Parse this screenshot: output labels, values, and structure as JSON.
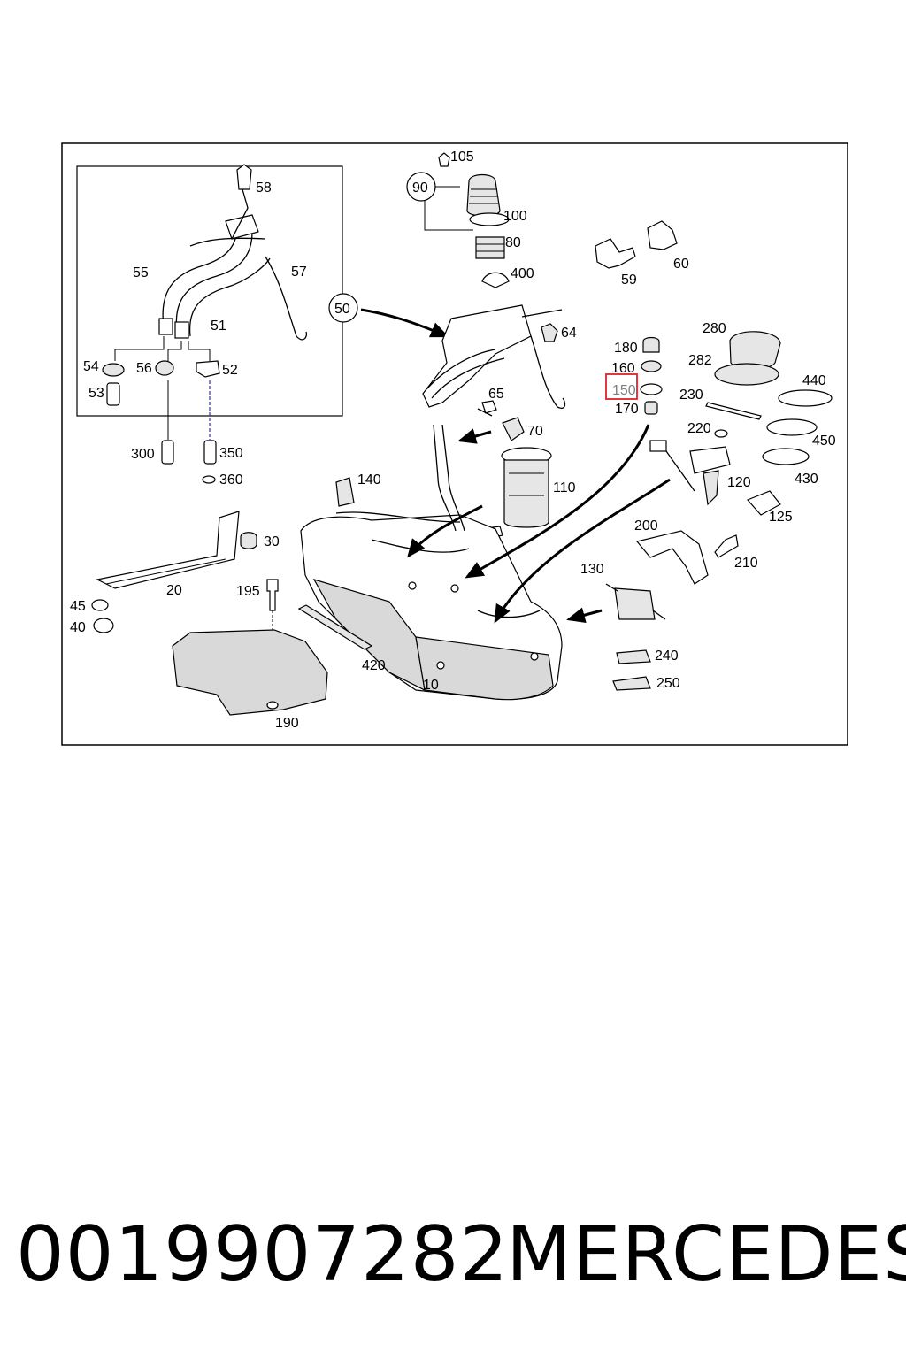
{
  "diagram": {
    "highlighted_label": "150",
    "labels": [
      "58",
      "55",
      "57",
      "51",
      "50",
      "54",
      "56",
      "52",
      "53",
      "300",
      "350",
      "360",
      "105",
      "90",
      "100",
      "80",
      "400",
      "64",
      "65",
      "70",
      "110",
      "140",
      "30",
      "20",
      "195",
      "45",
      "40",
      "420",
      "10",
      "190",
      "59",
      "60",
      "180",
      "160",
      "150",
      "170",
      "280",
      "282",
      "230",
      "440",
      "450",
      "430",
      "220",
      "120",
      "125",
      "200",
      "210",
      "130",
      "240",
      "250"
    ]
  },
  "footer": {
    "part_number": "0019907282",
    "brand": "MERCEDES"
  },
  "colors": {
    "highlight_box": "#d9252b",
    "line": "#000000",
    "background": "#ffffff"
  }
}
